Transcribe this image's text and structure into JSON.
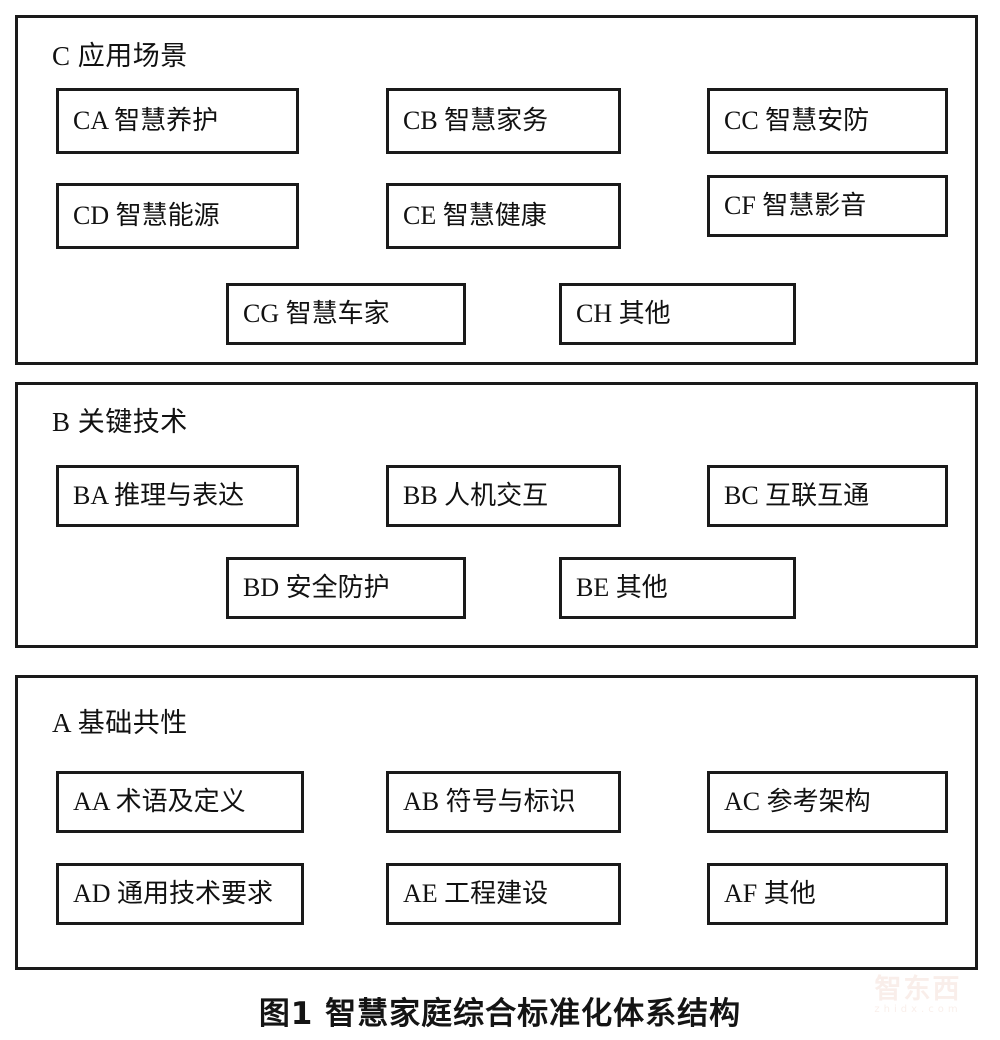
{
  "figure": {
    "caption": "图1 智慧家庭综合标准化体系结构",
    "watermark": {
      "mark": "智东西",
      "url": "zhidx.com"
    }
  },
  "diagram": {
    "type": "layered-block-diagram",
    "layers": [
      {
        "id": "C",
        "title": "C 应用场景",
        "rows": [
          [
            {
              "id": "CA",
              "label": "CA 智慧养护"
            },
            {
              "id": "CB",
              "label": "CB 智慧家务"
            },
            {
              "id": "CC",
              "label": "CC 智慧安防"
            }
          ],
          [
            {
              "id": "CD",
              "label": "CD 智慧能源"
            },
            {
              "id": "CE",
              "label": "CE 智慧健康"
            },
            {
              "id": "CF",
              "label": "CF 智慧影音"
            }
          ],
          [
            {
              "id": "CG",
              "label": "CG 智慧车家"
            },
            {
              "id": "CH",
              "label": "CH  其他"
            }
          ]
        ]
      },
      {
        "id": "B",
        "title": "B 关键技术",
        "rows": [
          [
            {
              "id": "BA",
              "label": "BA 推理与表达"
            },
            {
              "id": "BB",
              "label": "BB 人机交互"
            },
            {
              "id": "BC",
              "label": "BC 互联互通"
            }
          ],
          [
            {
              "id": "BD",
              "label": "BD 安全防护"
            },
            {
              "id": "BE",
              "label": "BE 其他"
            }
          ]
        ]
      },
      {
        "id": "A",
        "title": "A 基础共性",
        "rows": [
          [
            {
              "id": "AA",
              "label": "AA 术语及定义"
            },
            {
              "id": "AB",
              "label": "AB 符号与标识"
            },
            {
              "id": "AC",
              "label": "AC 参考架构"
            }
          ],
          [
            {
              "id": "AD",
              "label": "AD 通用技术要求"
            },
            {
              "id": "AE",
              "label": "AE 工程建设"
            },
            {
              "id": "AF",
              "label": "AF 其他"
            }
          ]
        ]
      }
    ]
  },
  "colors": {
    "border": "#1a1a1a",
    "background": "#ffffff",
    "text": "#111111",
    "watermark": "#c8663c"
  }
}
